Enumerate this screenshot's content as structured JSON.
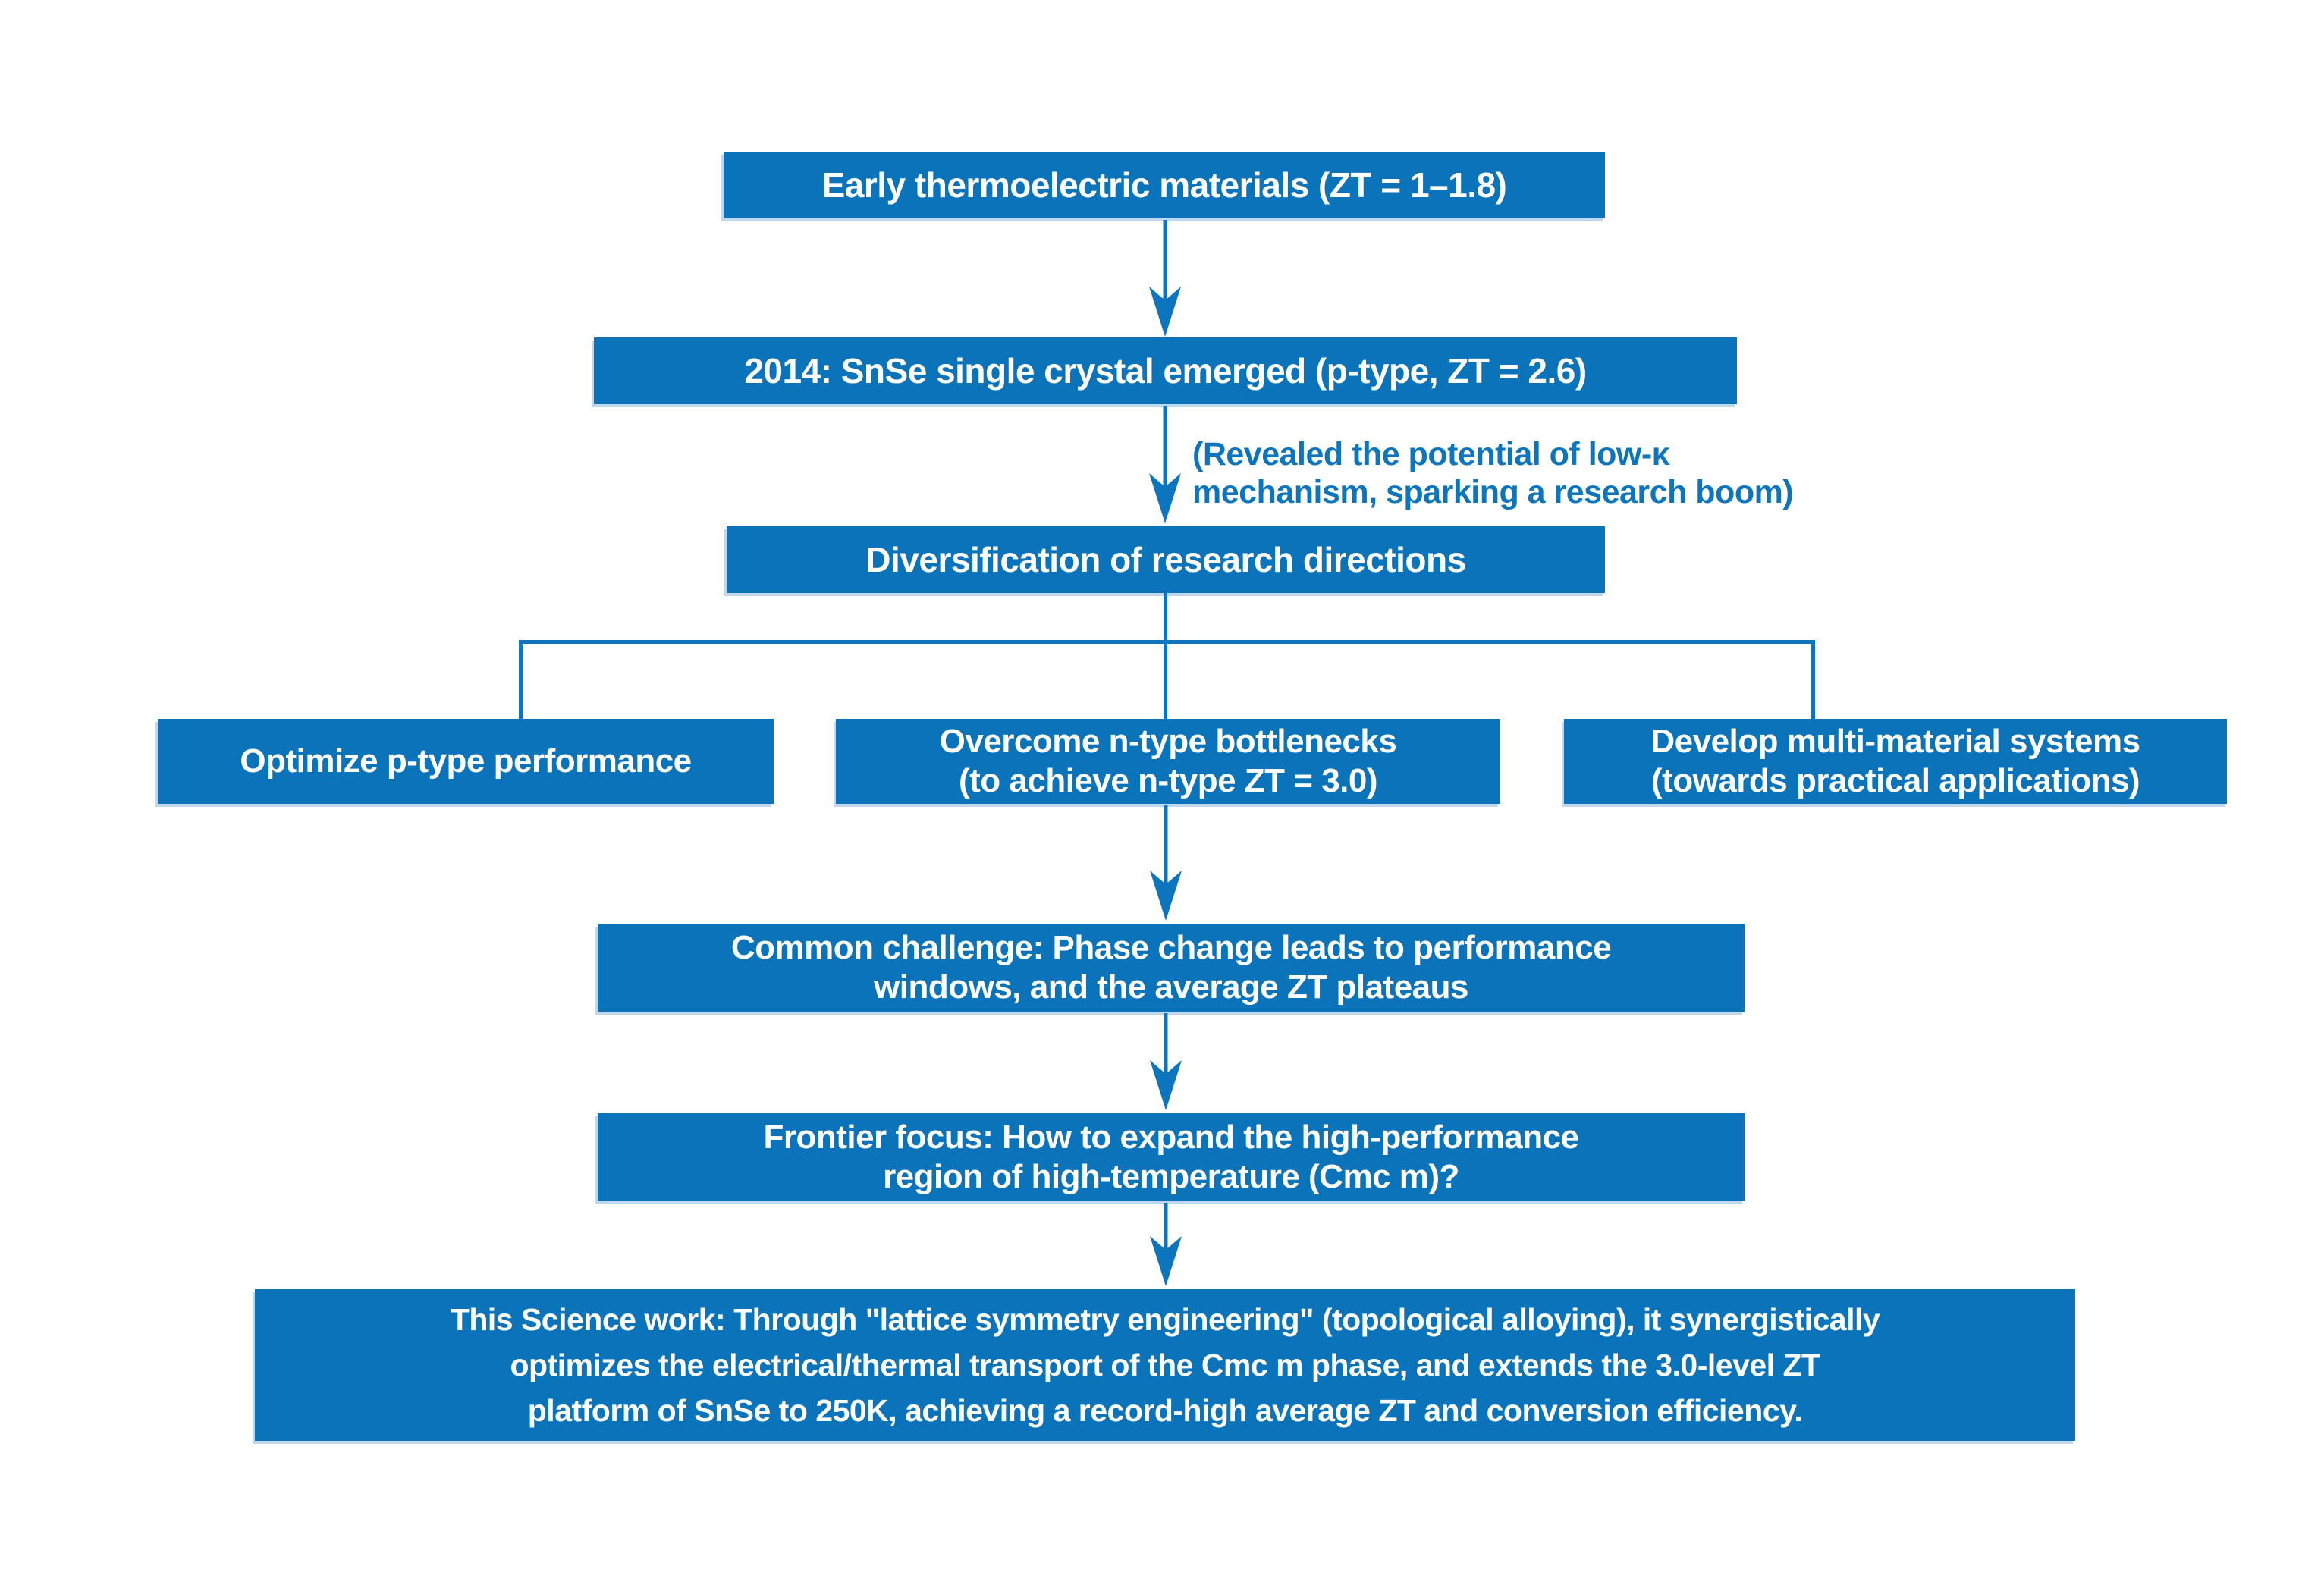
{
  "figure": {
    "title": "SnSe thermoelectric research timeline flowchart",
    "colors": {
      "box_blue": "#0b73ba",
      "line_blue": "#0d75bd",
      "text_white": "#ffffff",
      "background": "#ffffff"
    },
    "nodes": {
      "early": "Early thermoelectric materials (ZT = 1–1.8)",
      "snse_2014": "2014: SnSe single crystal emerged (p-type, ZT = 2.6)",
      "annotation": {
        "line1": "(Revealed the potential of low-κ",
        "line2": "mechanism, sparking a research boom)"
      },
      "diversification": "Diversification of research directions",
      "optimize_p_type": "Optimize p-type performance",
      "overcome_n_type": {
        "line1": "Overcome n-type bottlenecks",
        "line2": "(to achieve n-type ZT = 3.0)"
      },
      "multi_material": {
        "line1": "Develop multi-material systems",
        "line2": "(towards practical applications)"
      },
      "common_challenge": {
        "line1": "Common challenge: Phase change leads to performance",
        "line2": "windows, and the average ZT plateaus"
      },
      "frontier_focus": {
        "line1": "Frontier focus: How to expand the high-performance",
        "line2": "region of high-temperature (Cmc m)?"
      },
      "conclusion": {
        "line1": "This Science work: Through \"lattice symmetry engineering\" (topological alloying), it synergistically",
        "line2": "optimizes the electrical/thermal transport of the Cmc m phase, and extends the 3.0-level ZT",
        "line3": "platform of SnSe to 250K, achieving a record-high average ZT and conversion efficiency."
      }
    }
  }
}
